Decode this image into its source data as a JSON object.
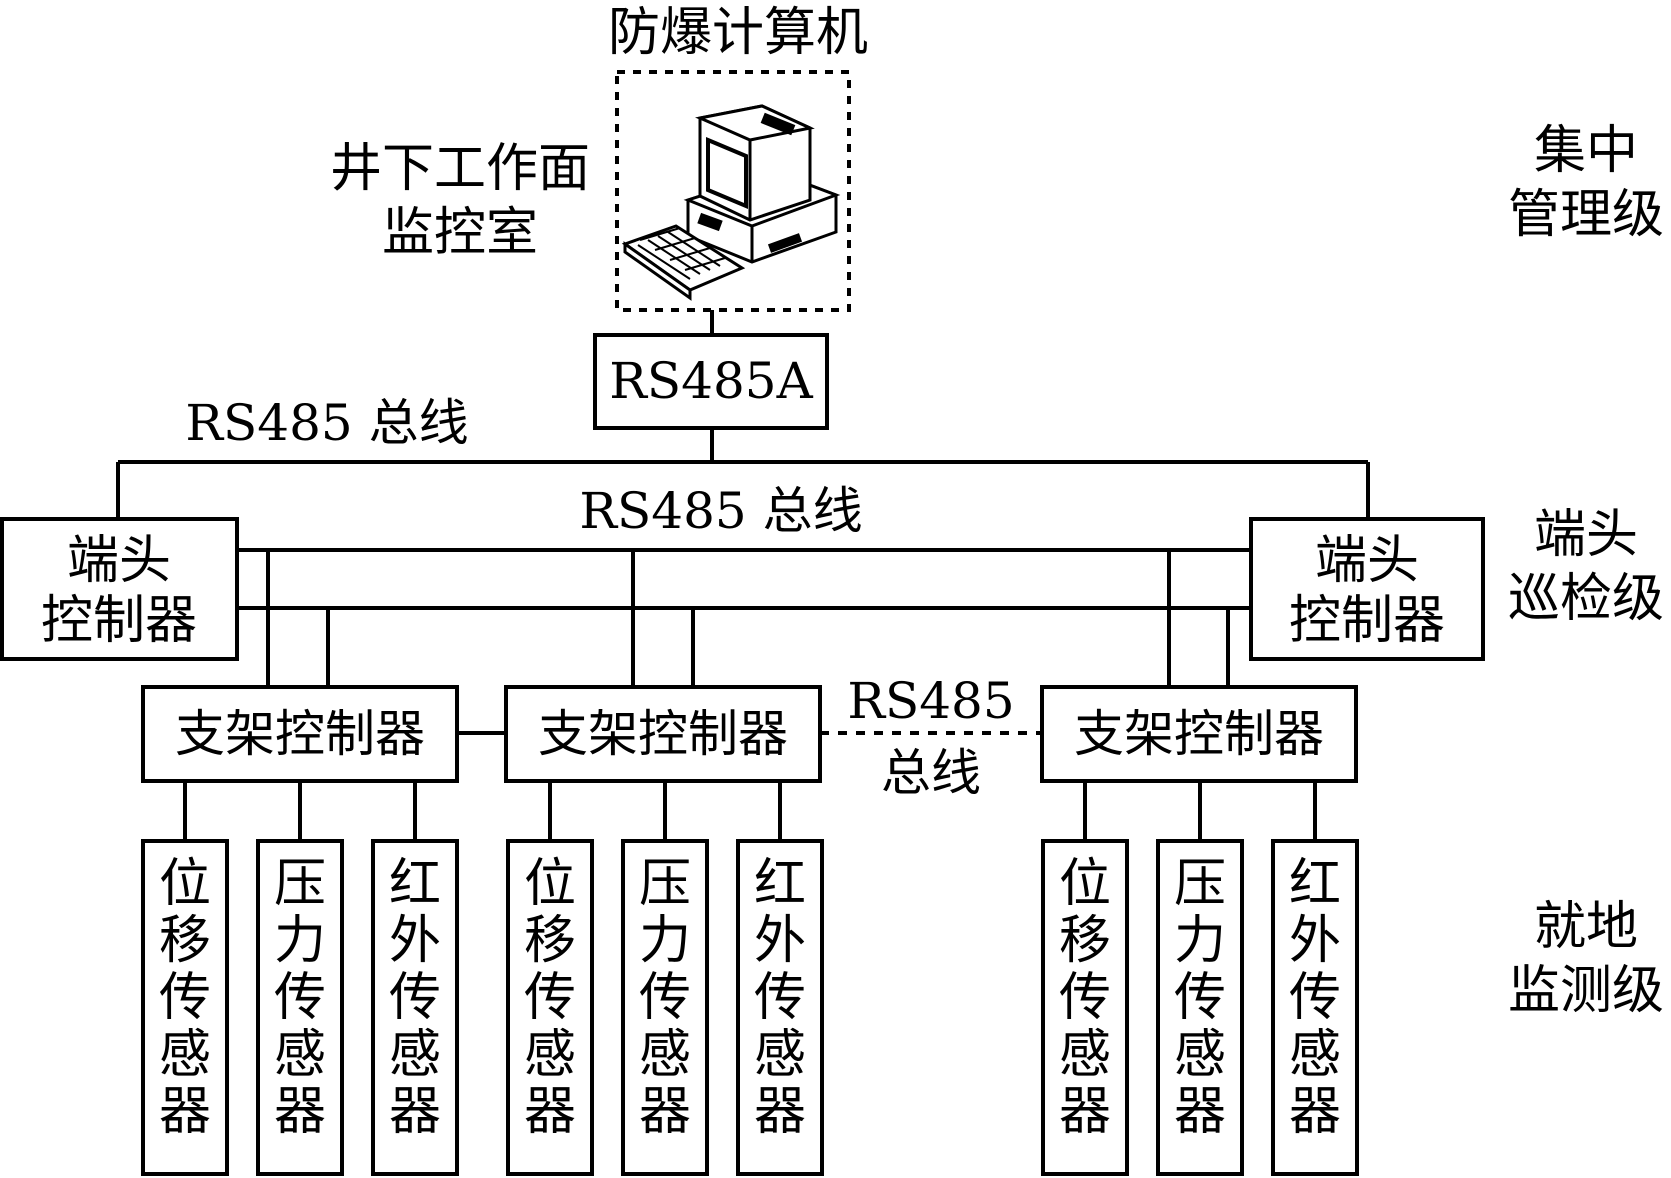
{
  "computer": {
    "title": "防爆计算机",
    "room_lines": [
      "井下工作面",
      "监控室"
    ]
  },
  "rs485a_label": "RS485A",
  "bus_labels": {
    "upper": "RS485 总线",
    "middle": "RS485 总线",
    "dashed": [
      "RS485",
      "总线"
    ]
  },
  "levels": [
    {
      "lines": [
        "集中",
        "管理级"
      ]
    },
    {
      "lines": [
        "端头",
        "巡检级"
      ]
    },
    {
      "lines": [
        "就地",
        "监测级"
      ]
    }
  ],
  "end_controllers": [
    {
      "lines": [
        "端头",
        "控制器"
      ]
    },
    {
      "lines": [
        "端头",
        "控制器"
      ]
    }
  ],
  "support_controllers": [
    {
      "label": "支架控制器"
    },
    {
      "label": "支架控制器"
    },
    {
      "label": "支架控制器"
    }
  ],
  "sensors": [
    {
      "label": "位移传感器"
    },
    {
      "label": "压力传感器"
    },
    {
      "label": "红外传感器"
    },
    {
      "label": "位移传感器"
    },
    {
      "label": "压力传感器"
    },
    {
      "label": "红外传感器"
    },
    {
      "label": "位移传感器"
    },
    {
      "label": "压力传感器"
    },
    {
      "label": "红外传感器"
    }
  ],
  "colors": {
    "line": "#000000",
    "background": "#ffffff"
  }
}
